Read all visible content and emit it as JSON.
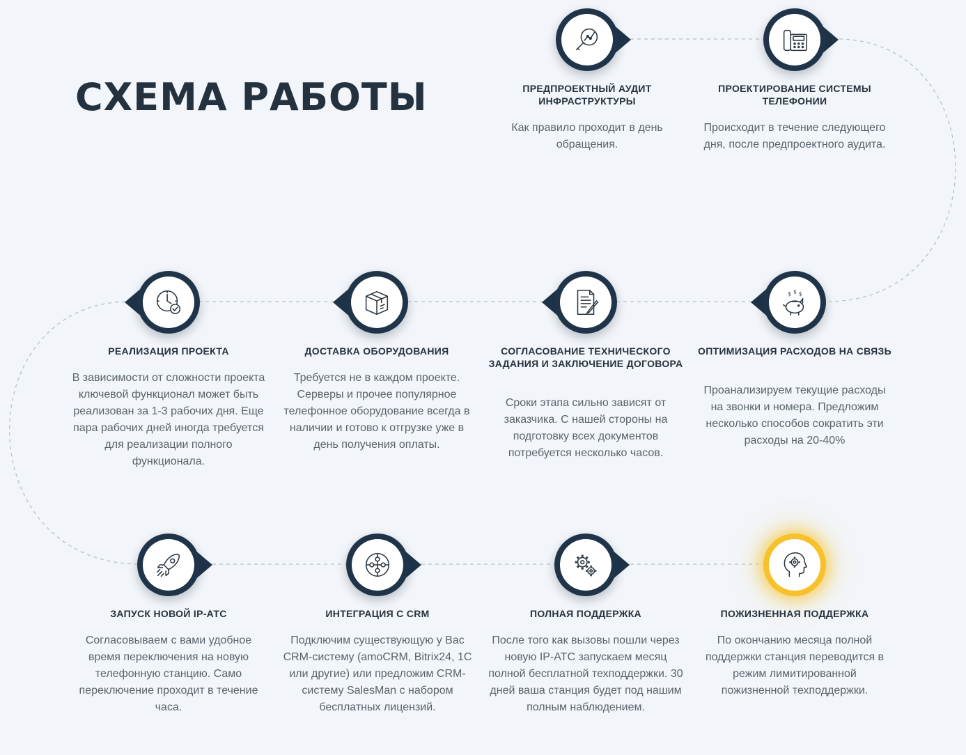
{
  "title": "СХЕМА РАБОТЫ",
  "colors": {
    "background": "#f2f5f9",
    "badge": "#1f3448",
    "accent_gold": "#f6c12a",
    "text": "#26323e",
    "muted": "#5a636c"
  },
  "steps": [
    {
      "icon": "magnifier-chart-icon",
      "title": "ПРЕДПРОЕКТНЫЙ АУДИТ ИНФРАСТРУКТУРЫ",
      "desc": "Как правило проходит в день обращения."
    },
    {
      "icon": "office-phone-icon",
      "title": "ПРОЕКТИРОВАНИЕ СИСТЕМЫ ТЕЛЕФОНИИ",
      "desc": "Происходит в течение следующего дня, после предпроектного аудита."
    },
    {
      "icon": "piggy-bank-icon",
      "title": "ОПТИМИЗАЦИЯ РАСХОДОВ НА СВЯЗЬ",
      "desc": "Проанализируем текущие расходы на звонки и номера. Предложим несколько способов сократить эти расходы на 20-40%"
    },
    {
      "icon": "contract-pen-icon",
      "title": "СОГЛАСОВАНИЕ ТЕХНИЧЕСКОГО ЗАДАНИЯ И ЗАКЛЮЧЕНИЕ ДОГОВОРА",
      "desc": "Сроки этапа сильно зависят от заказчика. С нашей стороны на подготовку всех документов потребуется несколько часов."
    },
    {
      "icon": "package-box-icon",
      "title": "ДОСТАВКА ОБОРУДОВАНИЯ",
      "desc": "Требуется не в каждом проекте. Серверы и прочее популярное телефонное оборудование всегда в наличии и готово к отгрузке уже в день получения оплаты."
    },
    {
      "icon": "clock-check-icon",
      "title": "РЕАЛИЗАЦИЯ ПРОЕКТА",
      "desc": "В зависимости от сложности проекта ключевой функционал может быть реализован за 1-3 рабочих дня. Еще пара рабочих дней иногда требуется для реализации полного функционала."
    },
    {
      "icon": "rocket-icon",
      "title": "ЗАПУСК НОВОЙ IP-АТС",
      "desc": "Согласовываем с вами удобное время переключения на новую телефонную станцию. Само переключение проходит в течение часа."
    },
    {
      "icon": "puzzle-icon",
      "title": "ИНТЕГРАЦИЯ С CRM",
      "desc": "Подключим существующую у Вас CRM-систему (amoCRM, Bitrix24, 1C или другие) или предложим CRM-систему SalesMan с набором бесплатных лицензий."
    },
    {
      "icon": "gears-icon",
      "title": "ПОЛНАЯ ПОДДЕРЖКА",
      "desc": "После того как вызовы пошли через новую IP-АТС запускаем месяц полной бесплатной техподдержки. 30 дней ваша станция будет под нашим полным наблюдением."
    },
    {
      "icon": "head-gear-icon",
      "title": "ПОЖИЗНЕННАЯ ПОДДЕРЖКА",
      "desc": "По окончанию месяца полной поддержки станция переводится в режим лимитированной пожизненной техподдержки."
    }
  ]
}
